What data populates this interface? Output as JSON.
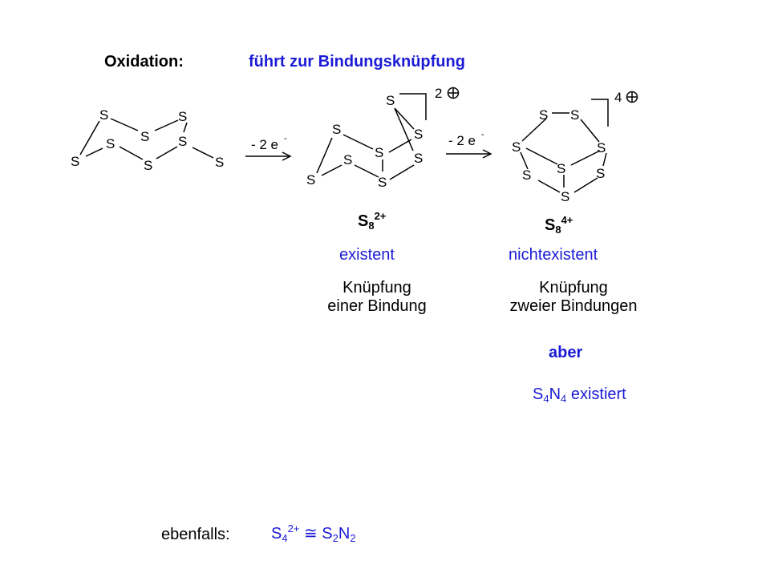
{
  "heading": {
    "label": "Oxidation:",
    "text": "führt zur Bindungsknüpfung"
  },
  "atom_symbol": "S",
  "arrow1": {
    "label": "- 2 e",
    "superscript": "-"
  },
  "arrow2": {
    "label": "- 2 e",
    "superscript": "-"
  },
  "charge1": "2",
  "charge2": "4",
  "species1": {
    "formula_base": "S",
    "formula_sub": "8",
    "formula_sup": "2+",
    "status": "existent",
    "desc_line1": "Knüpfung",
    "desc_line2": "einer Bindung"
  },
  "species2": {
    "formula_base": "S",
    "formula_sub": "8",
    "formula_sup": "4+",
    "status": "nichtexistent",
    "desc_line1": "Knüpfung",
    "desc_line2": "zweier Bindungen"
  },
  "contrast": "aber",
  "s4n4": {
    "s": "S",
    "s_sub": "4",
    "n": "N",
    "n_sub": "4",
    "text": "existiert"
  },
  "footer": {
    "label": "ebenfalls:",
    "a_base": "S",
    "a_sub": "4",
    "a_sup": "2+",
    "relation": "≅",
    "b1": "S",
    "b1_sub": "2",
    "b2": "N",
    "b2_sub": "2"
  },
  "colors": {
    "accent": "#1b1bd6",
    "text": "#000000",
    "background": "#ffffff"
  }
}
